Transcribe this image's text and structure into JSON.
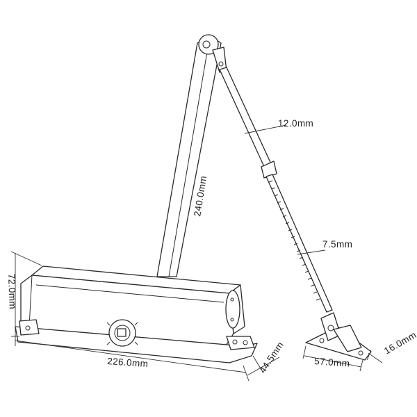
{
  "dimensions": {
    "arm_length": "240.0mm",
    "upper_rod": "12.0mm",
    "lower_rod": "7.5mm",
    "body_height": "72.0mm",
    "body_length": "226.0mm",
    "body_depth": "44.5mm",
    "bracket_width": "57.0mm",
    "bracket_depth": "16.0mm"
  }
}
